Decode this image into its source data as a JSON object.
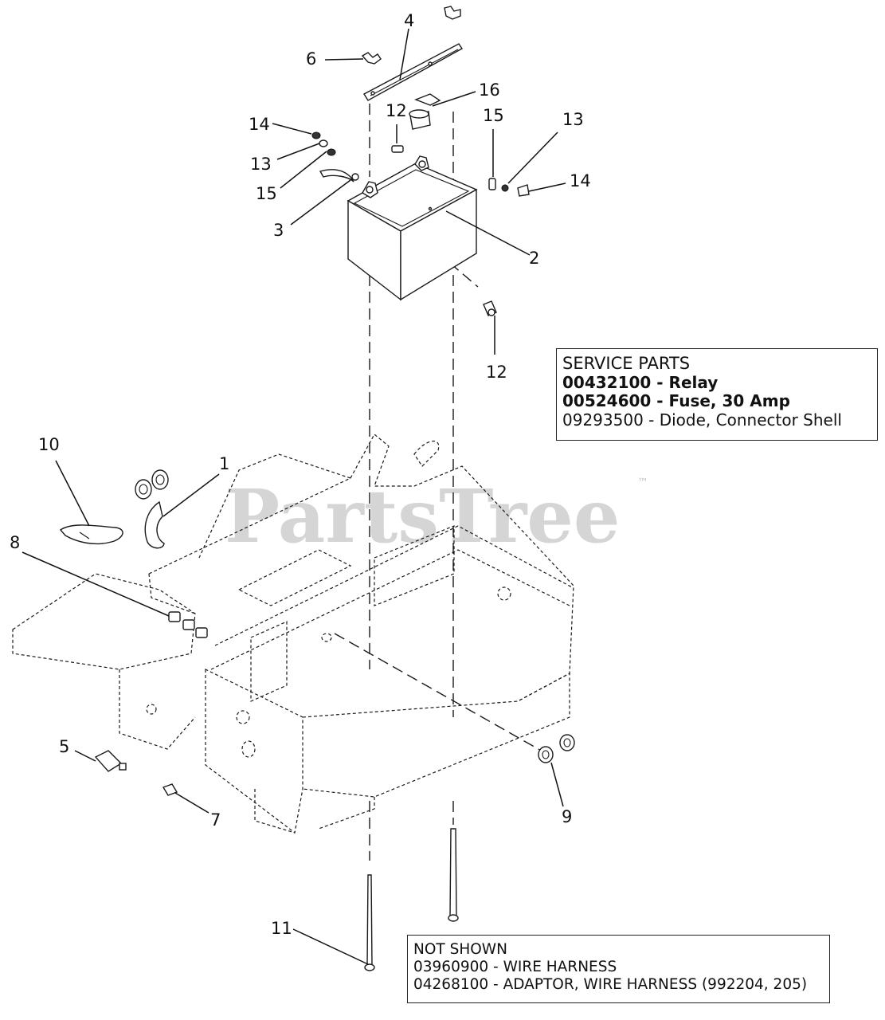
{
  "watermark": {
    "text": "PartsTree",
    "trademark": "™"
  },
  "callouts": [
    {
      "id": "c4",
      "text": "4"
    },
    {
      "id": "c6",
      "text": "6"
    },
    {
      "id": "c16",
      "text": "16"
    },
    {
      "id": "c12a",
      "text": "12"
    },
    {
      "id": "c15a",
      "text": "15"
    },
    {
      "id": "c13a",
      "text": "13"
    },
    {
      "id": "c14a",
      "text": "14"
    },
    {
      "id": "c13b",
      "text": "13"
    },
    {
      "id": "c15b",
      "text": "15"
    },
    {
      "id": "c14b",
      "text": "14"
    },
    {
      "id": "c3",
      "text": "3"
    },
    {
      "id": "c2",
      "text": "2"
    },
    {
      "id": "c12b",
      "text": "12"
    },
    {
      "id": "c10",
      "text": "10"
    },
    {
      "id": "c1",
      "text": "1"
    },
    {
      "id": "c8",
      "text": "8"
    },
    {
      "id": "c5",
      "text": "5"
    },
    {
      "id": "c7",
      "text": "7"
    },
    {
      "id": "c9",
      "text": "9"
    },
    {
      "id": "c11",
      "text": "11"
    }
  ],
  "service_parts": {
    "title": "SERVICE PARTS",
    "items": [
      {
        "text": "00432100 - Relay",
        "bold": true
      },
      {
        "text": "00524600 - Fuse, 30 Amp",
        "bold": true
      },
      {
        "text": "09293500 - Diode, Connector Shell",
        "bold": false
      }
    ]
  },
  "not_shown": {
    "title": "NOT SHOWN",
    "items": [
      "03960900 - WIRE HARNESS",
      "04268100 - ADAPTOR, WIRE HARNESS (992204, 205)"
    ]
  }
}
